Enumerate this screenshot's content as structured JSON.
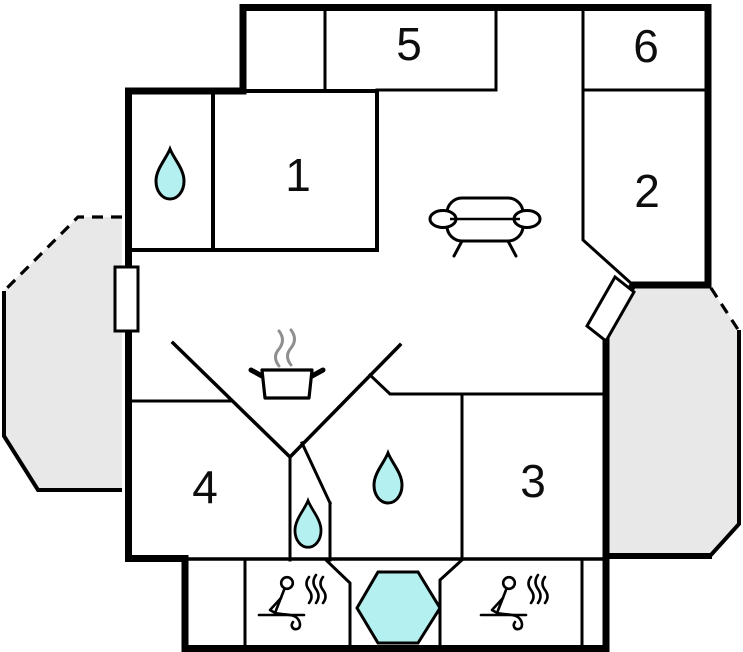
{
  "plan": {
    "rooms": [
      {
        "id": "room-1",
        "label": "1"
      },
      {
        "id": "room-2",
        "label": "2"
      },
      {
        "id": "room-3",
        "label": "3"
      },
      {
        "id": "room-4",
        "label": "4"
      },
      {
        "id": "room-5",
        "label": "5"
      },
      {
        "id": "room-6",
        "label": "6"
      }
    ],
    "icons": {
      "water_drops": 3,
      "sauna_figures": 2,
      "sofa": 1,
      "cooking_pot": 1,
      "hexagonal_pool": 1,
      "door": 1,
      "window": 1,
      "terraces": 2
    },
    "colors": {
      "wall": "#000000",
      "water": "#b4f0ef",
      "terrace": "#e8e8e8",
      "steam": "#8f8f8f",
      "background": "#ffffff"
    }
  }
}
